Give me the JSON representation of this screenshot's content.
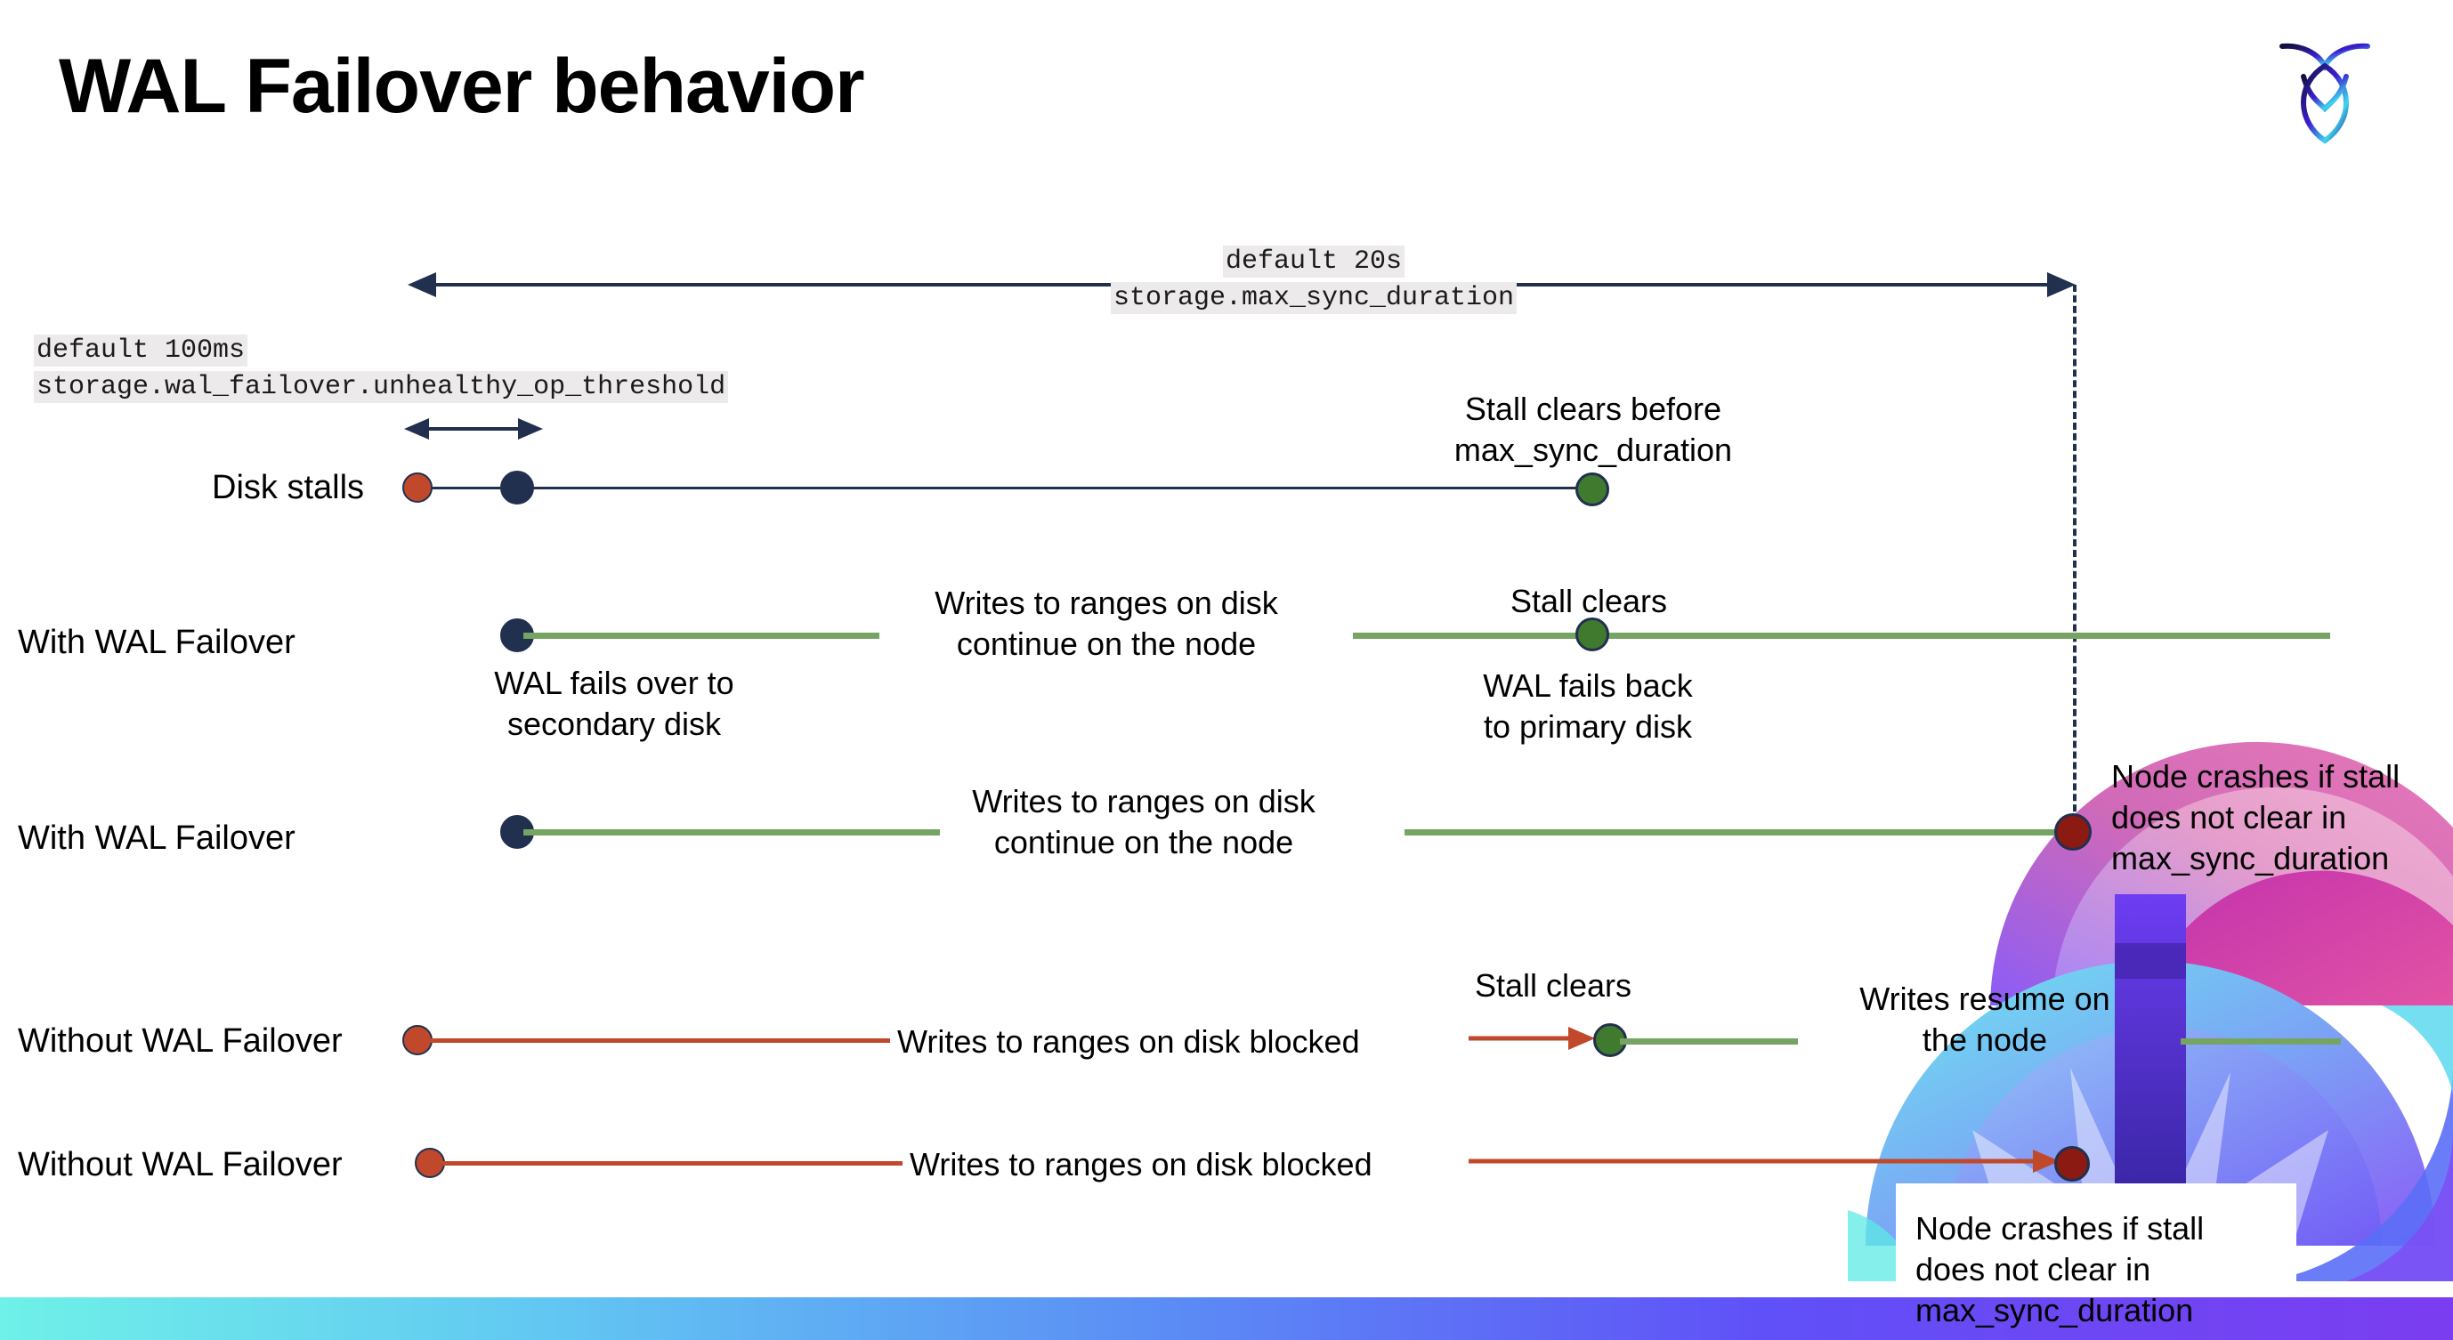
{
  "title": "WAL Failover behavior",
  "logo": {
    "name": "cockroachdb-logo"
  },
  "annotations": {
    "max_sync": {
      "line1": "default 20s",
      "line2": "storage.max_sync_duration"
    },
    "unhealthy": {
      "line1": "default 100ms",
      "line2": "storage.wal_failover.unhealthy_op_threshold"
    }
  },
  "rows": [
    {
      "label": "Disk stalls",
      "notes": [
        "Stall clears before",
        "max_sync_duration"
      ]
    },
    {
      "label": "With WAL Failover",
      "notes": [
        "Writes to ranges on disk",
        "continue on the node",
        "Stall clears",
        "WAL fails over to",
        "secondary disk",
        "WAL fails  back",
        "to primary disk"
      ]
    },
    {
      "label": "With WAL Failover",
      "notes": [
        "Writes to ranges on disk",
        "continue on the node",
        "Node crashes if stall",
        "does not clear in",
        "max_sync_duration"
      ]
    },
    {
      "label": "Without WAL Failover",
      "notes": [
        "Writes to ranges on disk  blocked",
        "Stall clears",
        "Writes resume on",
        "the node"
      ]
    },
    {
      "label": "Without WAL Failover",
      "notes": [
        "Writes to ranges on disk  blocked",
        "Node crashes if stall",
        "does not clear in",
        "max_sync_duration"
      ]
    }
  ],
  "colors": {
    "navy": "#21304f",
    "green_line": "#76a463",
    "green_dot": "#3f7a2e",
    "orange": "#c0492c",
    "dark_red": "#8b1a12",
    "code_bg": "#eceaea"
  }
}
